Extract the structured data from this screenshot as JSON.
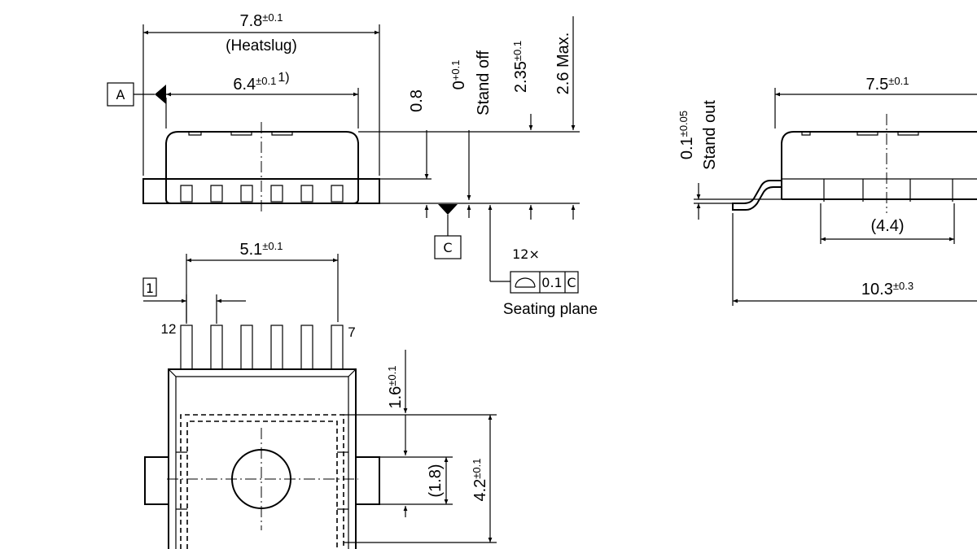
{
  "side_view_left": {
    "heatslug_width": "7.8",
    "heatslug_width_tol": "±0.1",
    "heatslug_label": "(Heatslug)",
    "body_width": "6.4",
    "body_width_tol": "±0.1",
    "body_width_note": "1)",
    "datum_a": "A",
    "datum_c": "C",
    "dim_0_8": "0.8",
    "standoff_value": "0",
    "standoff_tol": "+0.1",
    "standoff_label": "Stand off",
    "height_value": "2.35",
    "height_tol": "±0.1",
    "max_height": "2.6 Max."
  },
  "seating_plane": {
    "count": "12×",
    "tolerance": "0.1",
    "datum": "C",
    "label": "Seating plane"
  },
  "side_view_right": {
    "width": "7.5",
    "width_tol": "±0.1",
    "standout_value": "0.1",
    "standout_tol": "±0.05",
    "standout_label": "Stand out",
    "inner_ref": "(4.4)",
    "overall_width": "10.3",
    "overall_tol": "±0.3"
  },
  "top_view": {
    "pin_span": "5.1",
    "pin_span_tol": "±0.1",
    "pin_one_marker": "1",
    "pin_first": "12",
    "pin_last": "7",
    "slug_offset": "1.6",
    "slug_offset_tol": "±0.1",
    "slug_ref": "(1.8)",
    "slug_height": "4.2",
    "slug_height_tol": "±0.1"
  }
}
